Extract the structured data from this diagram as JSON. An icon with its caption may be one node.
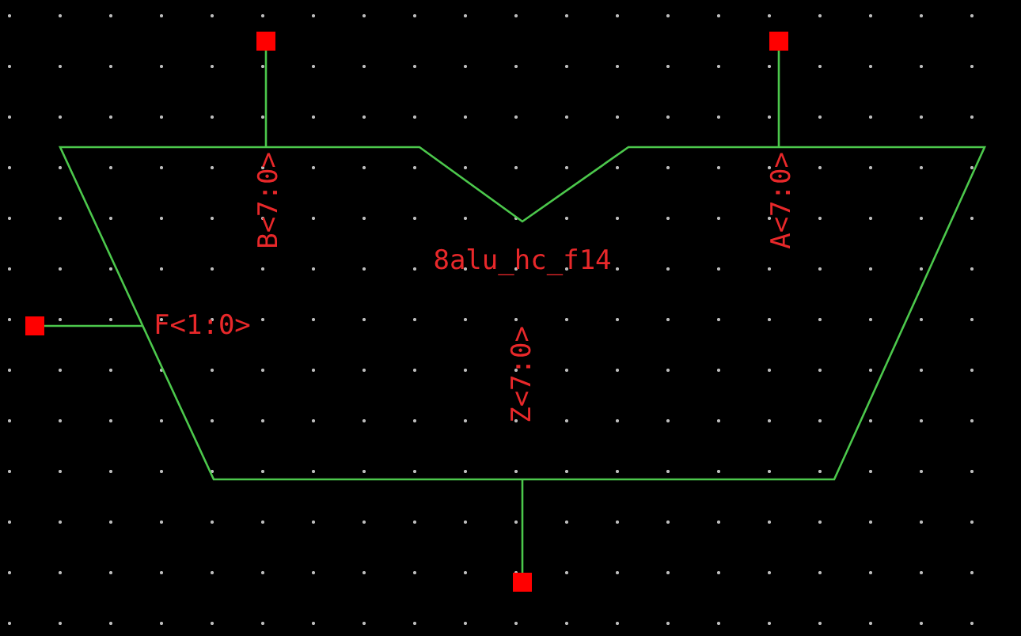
{
  "diagram": {
    "nodes": [
      {
        "text": [
          "8alu_hc_f14"
        ]
      },
      {
        "text": [],
        "shape": "box"
      },
      {
        "text": [],
        "shape": "box"
      },
      {
        "text": [],
        "shape": "box"
      },
      {
        "text": [],
        "shape": "box"
      }
    ],
    "edges": [
      {
        "from": 1,
        "to": 0,
        "arrow": "none"
      },
      {
        "from": 2,
        "to": 0,
        "arrow": "none"
      },
      {
        "from": 3,
        "to": 0,
        "arrow": "none"
      },
      {
        "from": 0,
        "to": 4,
        "arrow": "none"
      }
    ],
    "labels": [
      "B<7:0>",
      "A<7:0>",
      "F<1:0>",
      "Z<7:0>"
    ]
  }
}
